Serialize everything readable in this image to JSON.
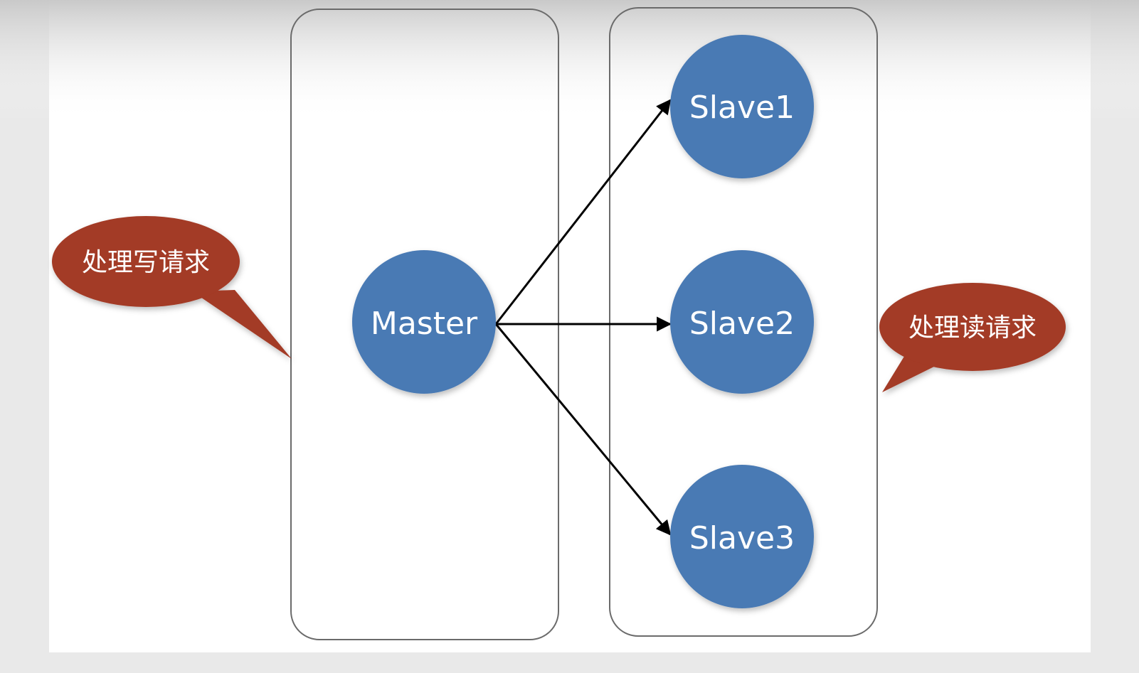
{
  "diagram": {
    "colors": {
      "node_fill": "#4a7ab4",
      "bubble_fill": "#a33a25",
      "box_stroke": "#6b6b6b",
      "arrow": "#000000",
      "canvas": "#ffffff"
    },
    "nodes": {
      "master": "Master",
      "slave1": "Slave1",
      "slave2": "Slave2",
      "slave3": "Slave3"
    },
    "callouts": {
      "write": "处理写请求",
      "read": "处理读请求"
    },
    "edges": [
      {
        "from": "Master",
        "to": "Slave1"
      },
      {
        "from": "Master",
        "to": "Slave2"
      },
      {
        "from": "Master",
        "to": "Slave3"
      }
    ]
  }
}
